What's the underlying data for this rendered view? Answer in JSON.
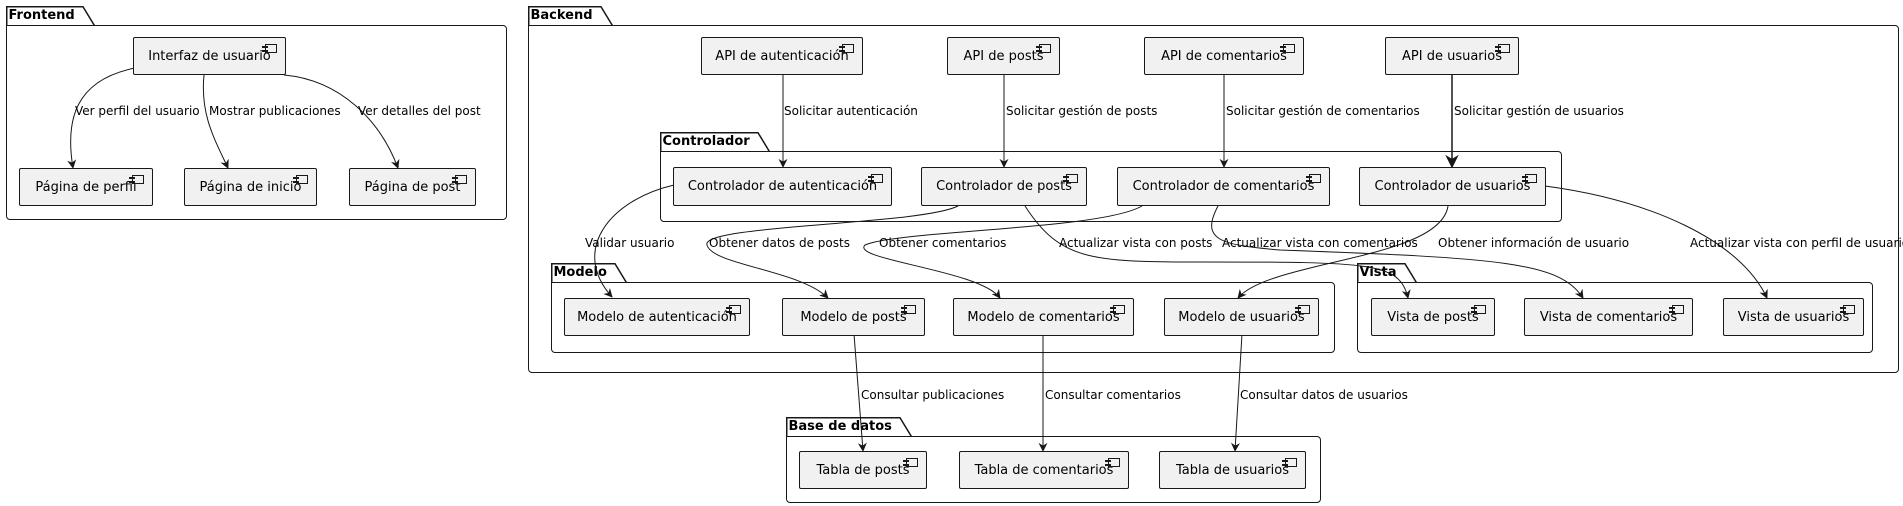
{
  "packages": {
    "frontend": "Frontend",
    "backend": "Backend",
    "controlador": "Controlador",
    "modelo": "Modelo",
    "vista": "Vista",
    "base_datos": "Base de datos"
  },
  "components": {
    "interfaz": "Interfaz de usuario",
    "pag_perfil": "Página de perfil",
    "pag_inicio": "Página de inicio",
    "pag_post": "Página de post",
    "api_auth": "API de autenticación",
    "api_posts": "API de posts",
    "api_coment": "API de comentarios",
    "api_usuarios": "API de usuarios",
    "ctrl_auth": "Controlador de autenticación",
    "ctrl_posts": "Controlador de posts",
    "ctrl_coment": "Controlador de comentarios",
    "ctrl_usuarios": "Controlador de usuarios",
    "mod_auth": "Modelo de autenticación",
    "mod_posts": "Modelo de posts",
    "mod_coment": "Modelo de comentarios",
    "mod_usuarios": "Modelo de usuarios",
    "vista_posts": "Vista de posts",
    "vista_coment": "Vista de comentarios",
    "vista_usuarios": "Vista de usuarios",
    "tabla_posts": "Tabla de posts",
    "tabla_coment": "Tabla de comentarios",
    "tabla_usuarios": "Tabla de usuarios"
  },
  "edges": {
    "ver_perfil": "Ver perfil del usuario",
    "mostrar_pub": "Mostrar publicaciones",
    "ver_detalles": "Ver detalles del post",
    "sol_auth": "Solicitar autenticación",
    "sol_posts": "Solicitar gestión de posts",
    "sol_coment": "Solicitar gestión de comentarios",
    "sol_usuarios": "Solicitar gestión de usuarios",
    "validar": "Validar usuario",
    "obt_posts": "Obtener datos de posts",
    "obt_coment": "Obtener comentarios",
    "act_posts": "Actualizar vista con posts",
    "act_coment": "Actualizar vista con comentarios",
    "obt_info": "Obtener información de usuario",
    "act_perfil": "Actualizar vista con perfil de usuario",
    "cons_pub": "Consultar publicaciones",
    "cons_coment": "Consultar comentarios",
    "cons_usuarios": "Consultar datos de usuarios"
  }
}
